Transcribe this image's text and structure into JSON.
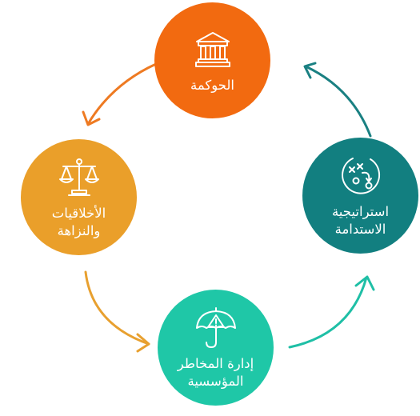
{
  "colors": {
    "governance": "#f26a10",
    "ethics": "#ea9f2a",
    "risk": "#1fc7a7",
    "strategy": "#127f80"
  },
  "nodes": {
    "governance": {
      "line1": "الحوكمة",
      "line2": "",
      "icon": "bank-building-icon"
    },
    "ethics": {
      "line1": "الأخلاقيات",
      "line2": "والنزاهة",
      "icon": "balance-scale-icon"
    },
    "risk": {
      "line1": "إدارة المخاطر",
      "line2": "المؤسسية",
      "icon": "umbrella-warning-icon"
    },
    "strategy": {
      "line1": "استراتيجية",
      "line2": "الاستدامة",
      "icon": "strategy-play-icon"
    }
  },
  "cycle_order": [
    "governance",
    "ethics",
    "risk",
    "strategy"
  ]
}
